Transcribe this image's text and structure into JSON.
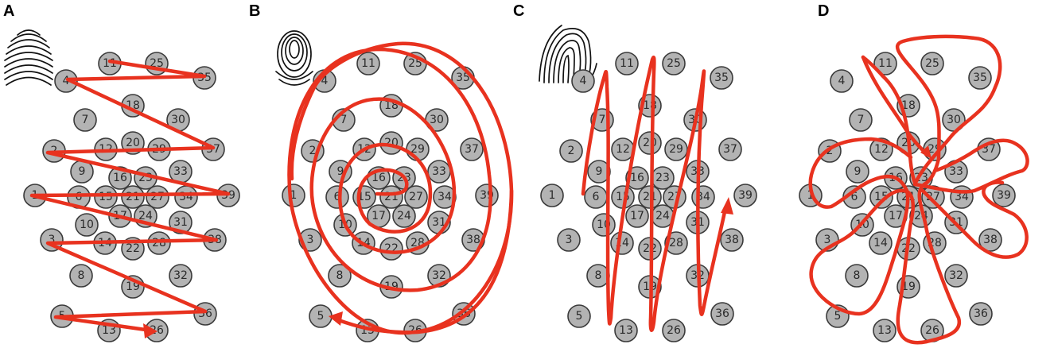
{
  "panels": [
    {
      "label": "A",
      "fingerprint": "arch-fingerprint-icon",
      "path_color": "#e8321f",
      "electrode_color": "#b3b3b3"
    },
    {
      "label": "B",
      "fingerprint": "whorl-fingerprint-icon",
      "path_color": "#e8321f",
      "electrode_color": "#b3b3b3"
    },
    {
      "label": "C",
      "fingerprint": "loop-fingerprint-icon",
      "path_color": "#e8321f",
      "electrode_color": "#b3b3b3"
    },
    {
      "label": "D",
      "fingerprint": "none",
      "path_color": "#e8321f",
      "electrode_color": "#b3b3b3"
    }
  ]
}
